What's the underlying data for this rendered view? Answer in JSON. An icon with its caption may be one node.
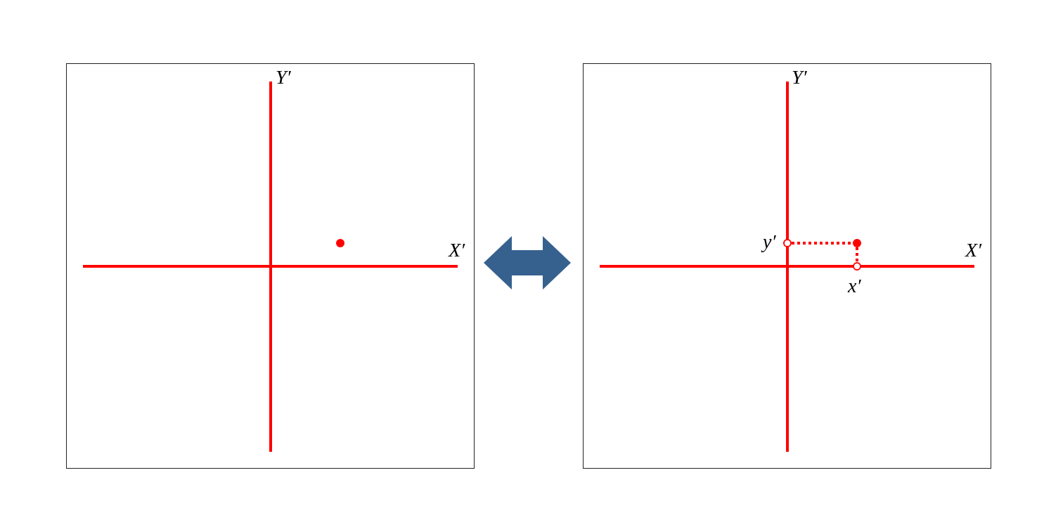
{
  "diagram": {
    "nodes": [
      {
        "text": [],
        "shape": "box"
      },
      {
        "text": [],
        "shape": "box"
      }
    ],
    "edges": [
      {
        "from": 0,
        "to": 1,
        "arrow": "both"
      }
    ],
    "labels": [
      "Y′",
      "X′",
      "Y′",
      "y′",
      "X′",
      "x′"
    ]
  }
}
